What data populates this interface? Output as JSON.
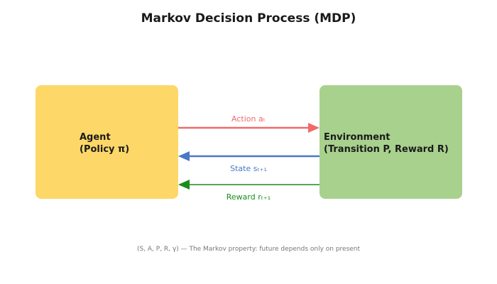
{
  "title": "Markov Decision Process (MDP)",
  "agent": {
    "line1": "Agent",
    "line2": "(Policy π)"
  },
  "environment": {
    "line1": "Environment",
    "line2": "(Transition P, Reward R)"
  },
  "edges": {
    "action": {
      "label": "Action aₜ",
      "color": "#f06a6a"
    },
    "state": {
      "label": "State sₜ₊₁",
      "color": "#4a78c4"
    },
    "reward": {
      "label": "Reward rₜ₊₁",
      "color": "#1a8c1a"
    }
  },
  "colors": {
    "agent_box": "#fdd868",
    "environment_box": "#a8d18d"
  },
  "footer": "(S, A, P, R, γ)  —  The Markov property: future depends only on present"
}
